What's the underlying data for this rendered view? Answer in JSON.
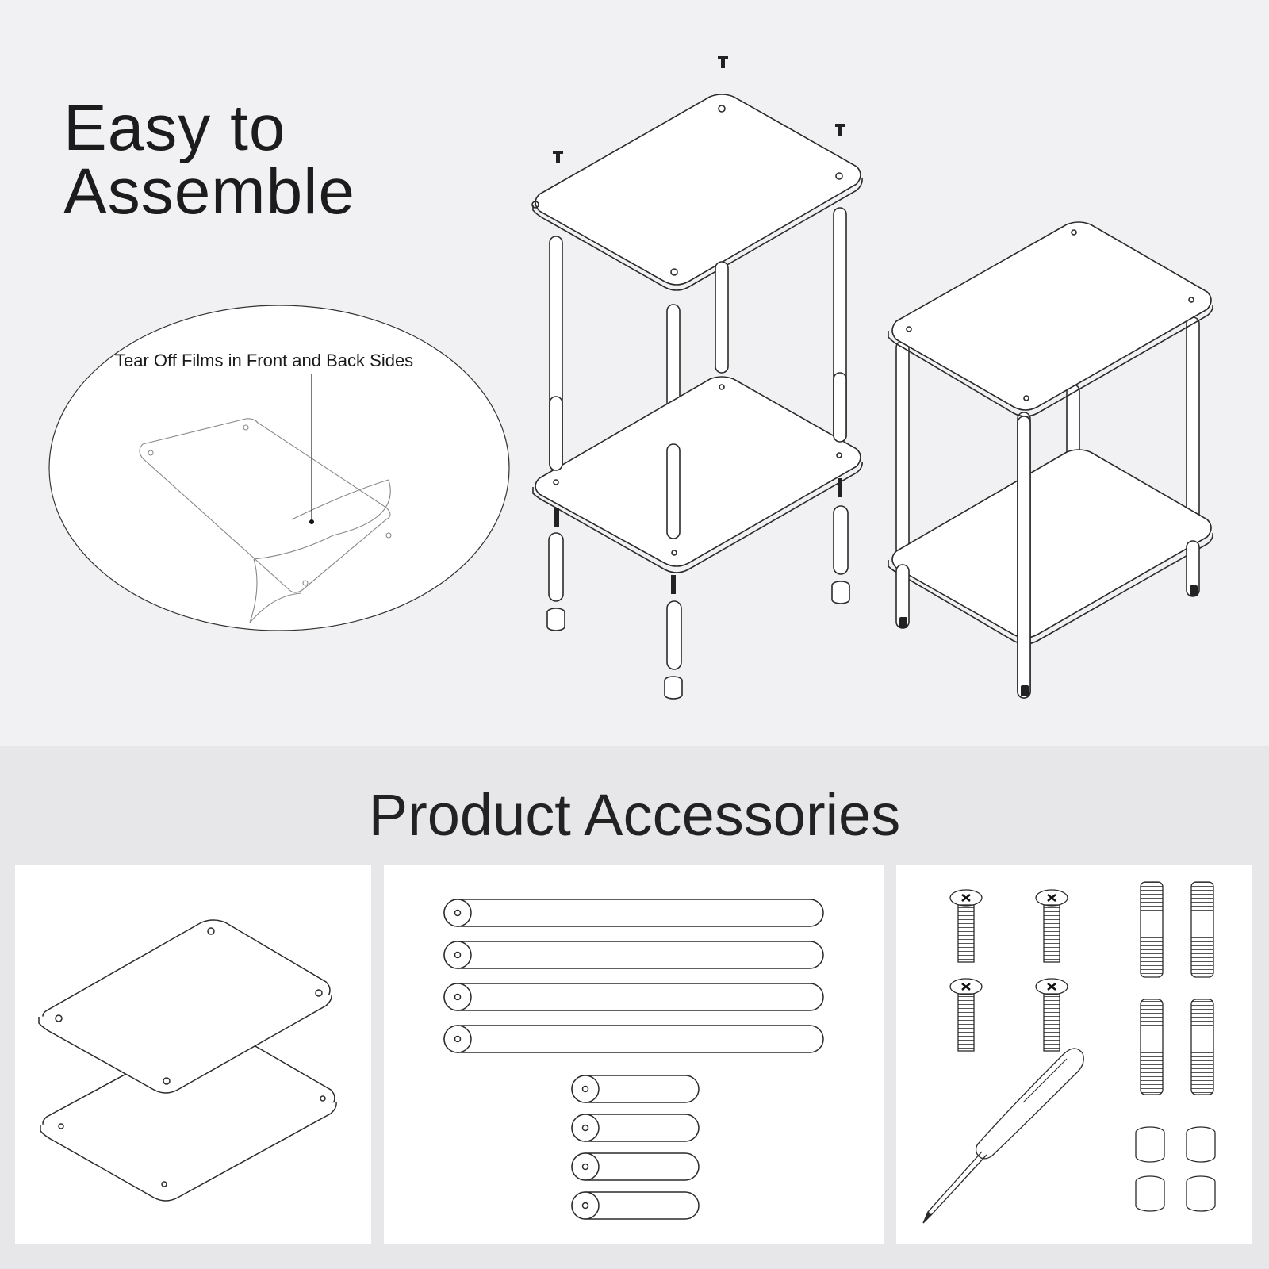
{
  "headline": {
    "line1": "Easy to",
    "line2": "Assemble"
  },
  "callout": {
    "text": "Tear Off Films in Front and Back Sides"
  },
  "accessories": {
    "title": "Product Accessories"
  },
  "colors": {
    "top_bg": "#f1f1f3",
    "bottom_bg": "#e7e7e9",
    "panel_bg": "#ffffff",
    "line": "#2a2a2a"
  },
  "icons": [
    "table-icon",
    "shelf-panel-icon",
    "rod-icon",
    "screw-icon",
    "screwdriver-icon",
    "foot-cap-icon",
    "threaded-rod-icon"
  ]
}
